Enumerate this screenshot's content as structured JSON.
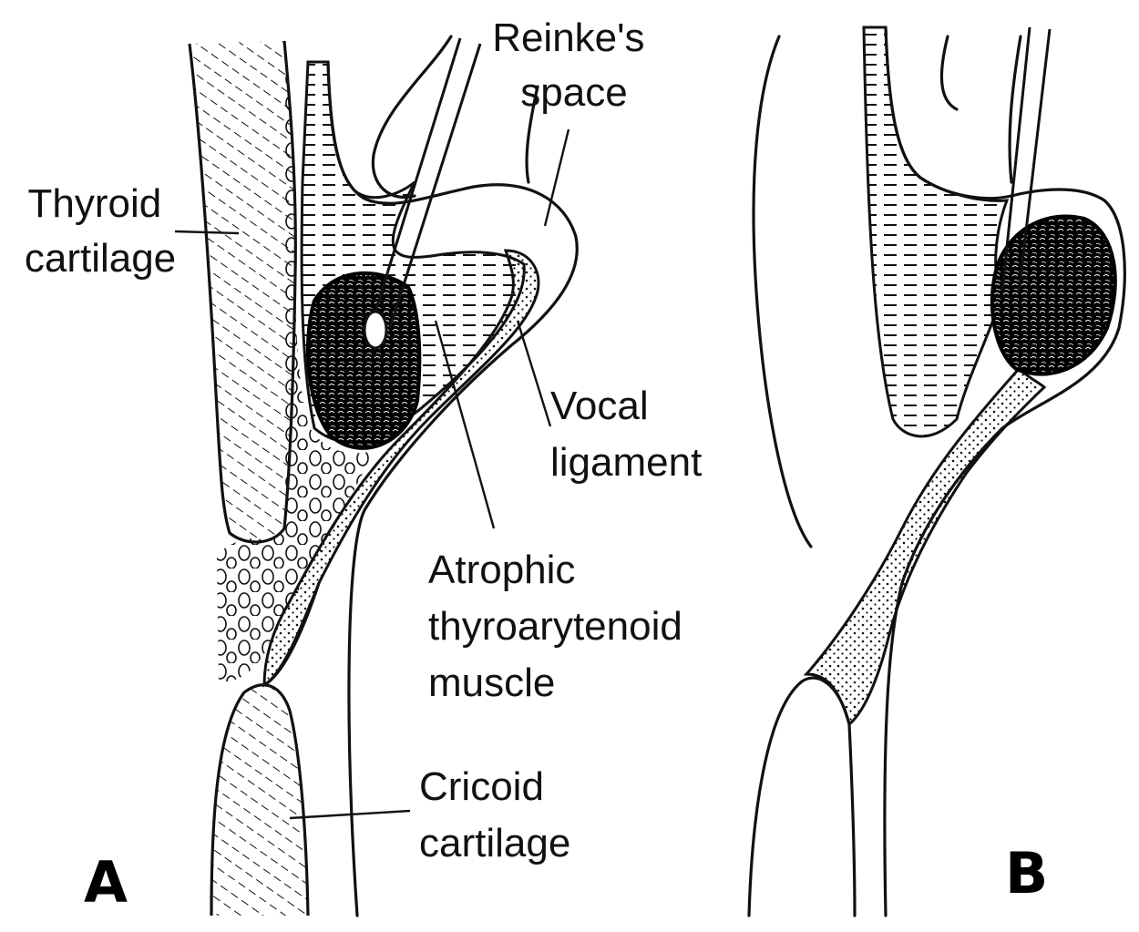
{
  "panels": [
    {
      "letter": "A"
    },
    {
      "letter": "B"
    }
  ],
  "labels": {
    "reinkes_space": [
      "Reinke's",
      "space"
    ],
    "thyroid_cartilage": [
      "Thyroid",
      "cartilage"
    ],
    "vocal_ligament": [
      "Vocal",
      "ligament"
    ],
    "atrophic_muscle": [
      "Atrophic",
      "thyroarytenoid",
      "muscle"
    ],
    "cricoid_cartilage": [
      "Cricoid",
      "cartilage"
    ]
  },
  "colors": {
    "ink": "#111111",
    "background": "#ffffff"
  }
}
